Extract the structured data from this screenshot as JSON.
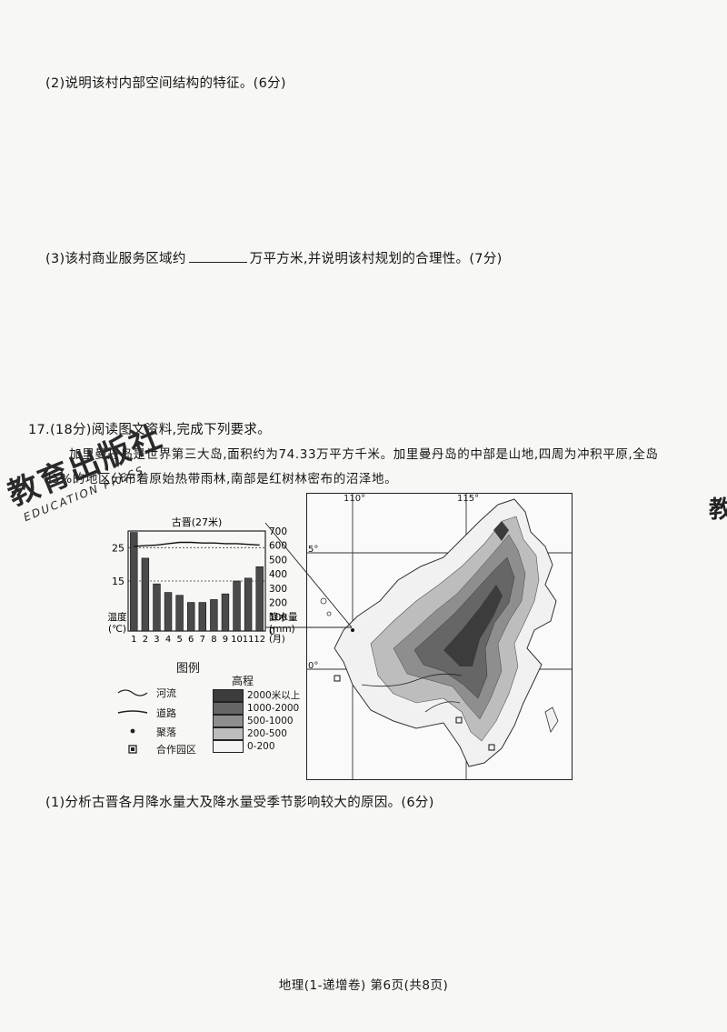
{
  "questions": {
    "q2": "(2)说明该村内部空间结构的特征。(6分)",
    "q3_before": "(3)该村商业服务区域约",
    "q3_after": "万平方米,并说明该村规划的合理性。(7分)",
    "q17_head": "17.(18分)阅读图文资料,完成下列要求。",
    "q17_para": "加里曼丹岛是世界第三大岛,面积约为74.33万平方千米。加里曼丹岛的中部是山地,四周为冲积平原,全岛85%的地区分布着原始热带雨林,南部是红树林密布的沼泽地。",
    "q17_1": "(1)分析古晋各月降水量大及降水量受季节影响较大的原因。(6分)"
  },
  "watermark": {
    "left_main": "教育出版社",
    "left_sub": "EDUCATION PRESS",
    "right": "教"
  },
  "chart_data": {
    "type": "bar",
    "title": "古晋(27米)",
    "categories": [
      "1",
      "2",
      "3",
      "4",
      "5",
      "6",
      "7",
      "8",
      "9",
      "10",
      "11",
      "12"
    ],
    "x_suffix": "(月)",
    "series": [
      {
        "name": "降水量",
        "values": [
          690,
          510,
          330,
          270,
          250,
          200,
          200,
          220,
          260,
          350,
          370,
          450
        ]
      },
      {
        "name": "温度",
        "values": [
          25.4,
          25.6,
          25.8,
          26.2,
          26.6,
          26.6,
          26.4,
          26.4,
          26.2,
          26.2,
          26.0,
          25.8
        ]
      }
    ],
    "y_left_label": "温度",
    "y_left_unit": "(℃)",
    "y_left_ticks": [
      "25",
      "15"
    ],
    "y_right_label": "降水量",
    "y_right_unit": "(mm)",
    "y_right_ticks": [
      "700",
      "600",
      "500",
      "400",
      "300",
      "200",
      "100",
      "0"
    ],
    "ylim_left": [
      0,
      30
    ],
    "ylim_right": [
      0,
      700
    ]
  },
  "legend": {
    "title": "图例",
    "items": [
      "河流",
      "道路",
      "聚落",
      "合作园区"
    ],
    "elevation_title": "高程",
    "elevation_levels": [
      "2000米以上",
      "1000-2000",
      "500-1000",
      "200-500",
      "0-200"
    ],
    "elevation_colors": [
      "#3c3c3c",
      "#666666",
      "#8e8e8e",
      "#bdbdbd",
      "#f3f3f3"
    ]
  },
  "map": {
    "lon_labels": [
      "110°",
      "115°"
    ],
    "lat_labels": [
      "5°",
      "0°"
    ]
  },
  "footer": "地理(1-递增卷)  第6页(共8页)"
}
